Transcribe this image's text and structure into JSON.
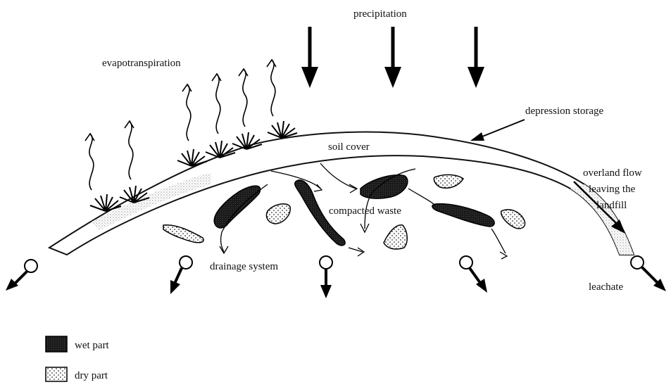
{
  "labels": {
    "precipitation": "precipitation",
    "evapotranspiration": "evapotranspiration",
    "depression_storage": "depression storage",
    "soil_cover": "soil cover",
    "overland_flow_line1": "overland flow",
    "overland_flow_line2": "leaving the",
    "overland_flow_line3": "landfill",
    "compacted_waste": "compacted waste",
    "drainage_system": "drainage system",
    "leachate": "leachate"
  },
  "legend": {
    "wet": "wet part",
    "dry": "dry part"
  }
}
